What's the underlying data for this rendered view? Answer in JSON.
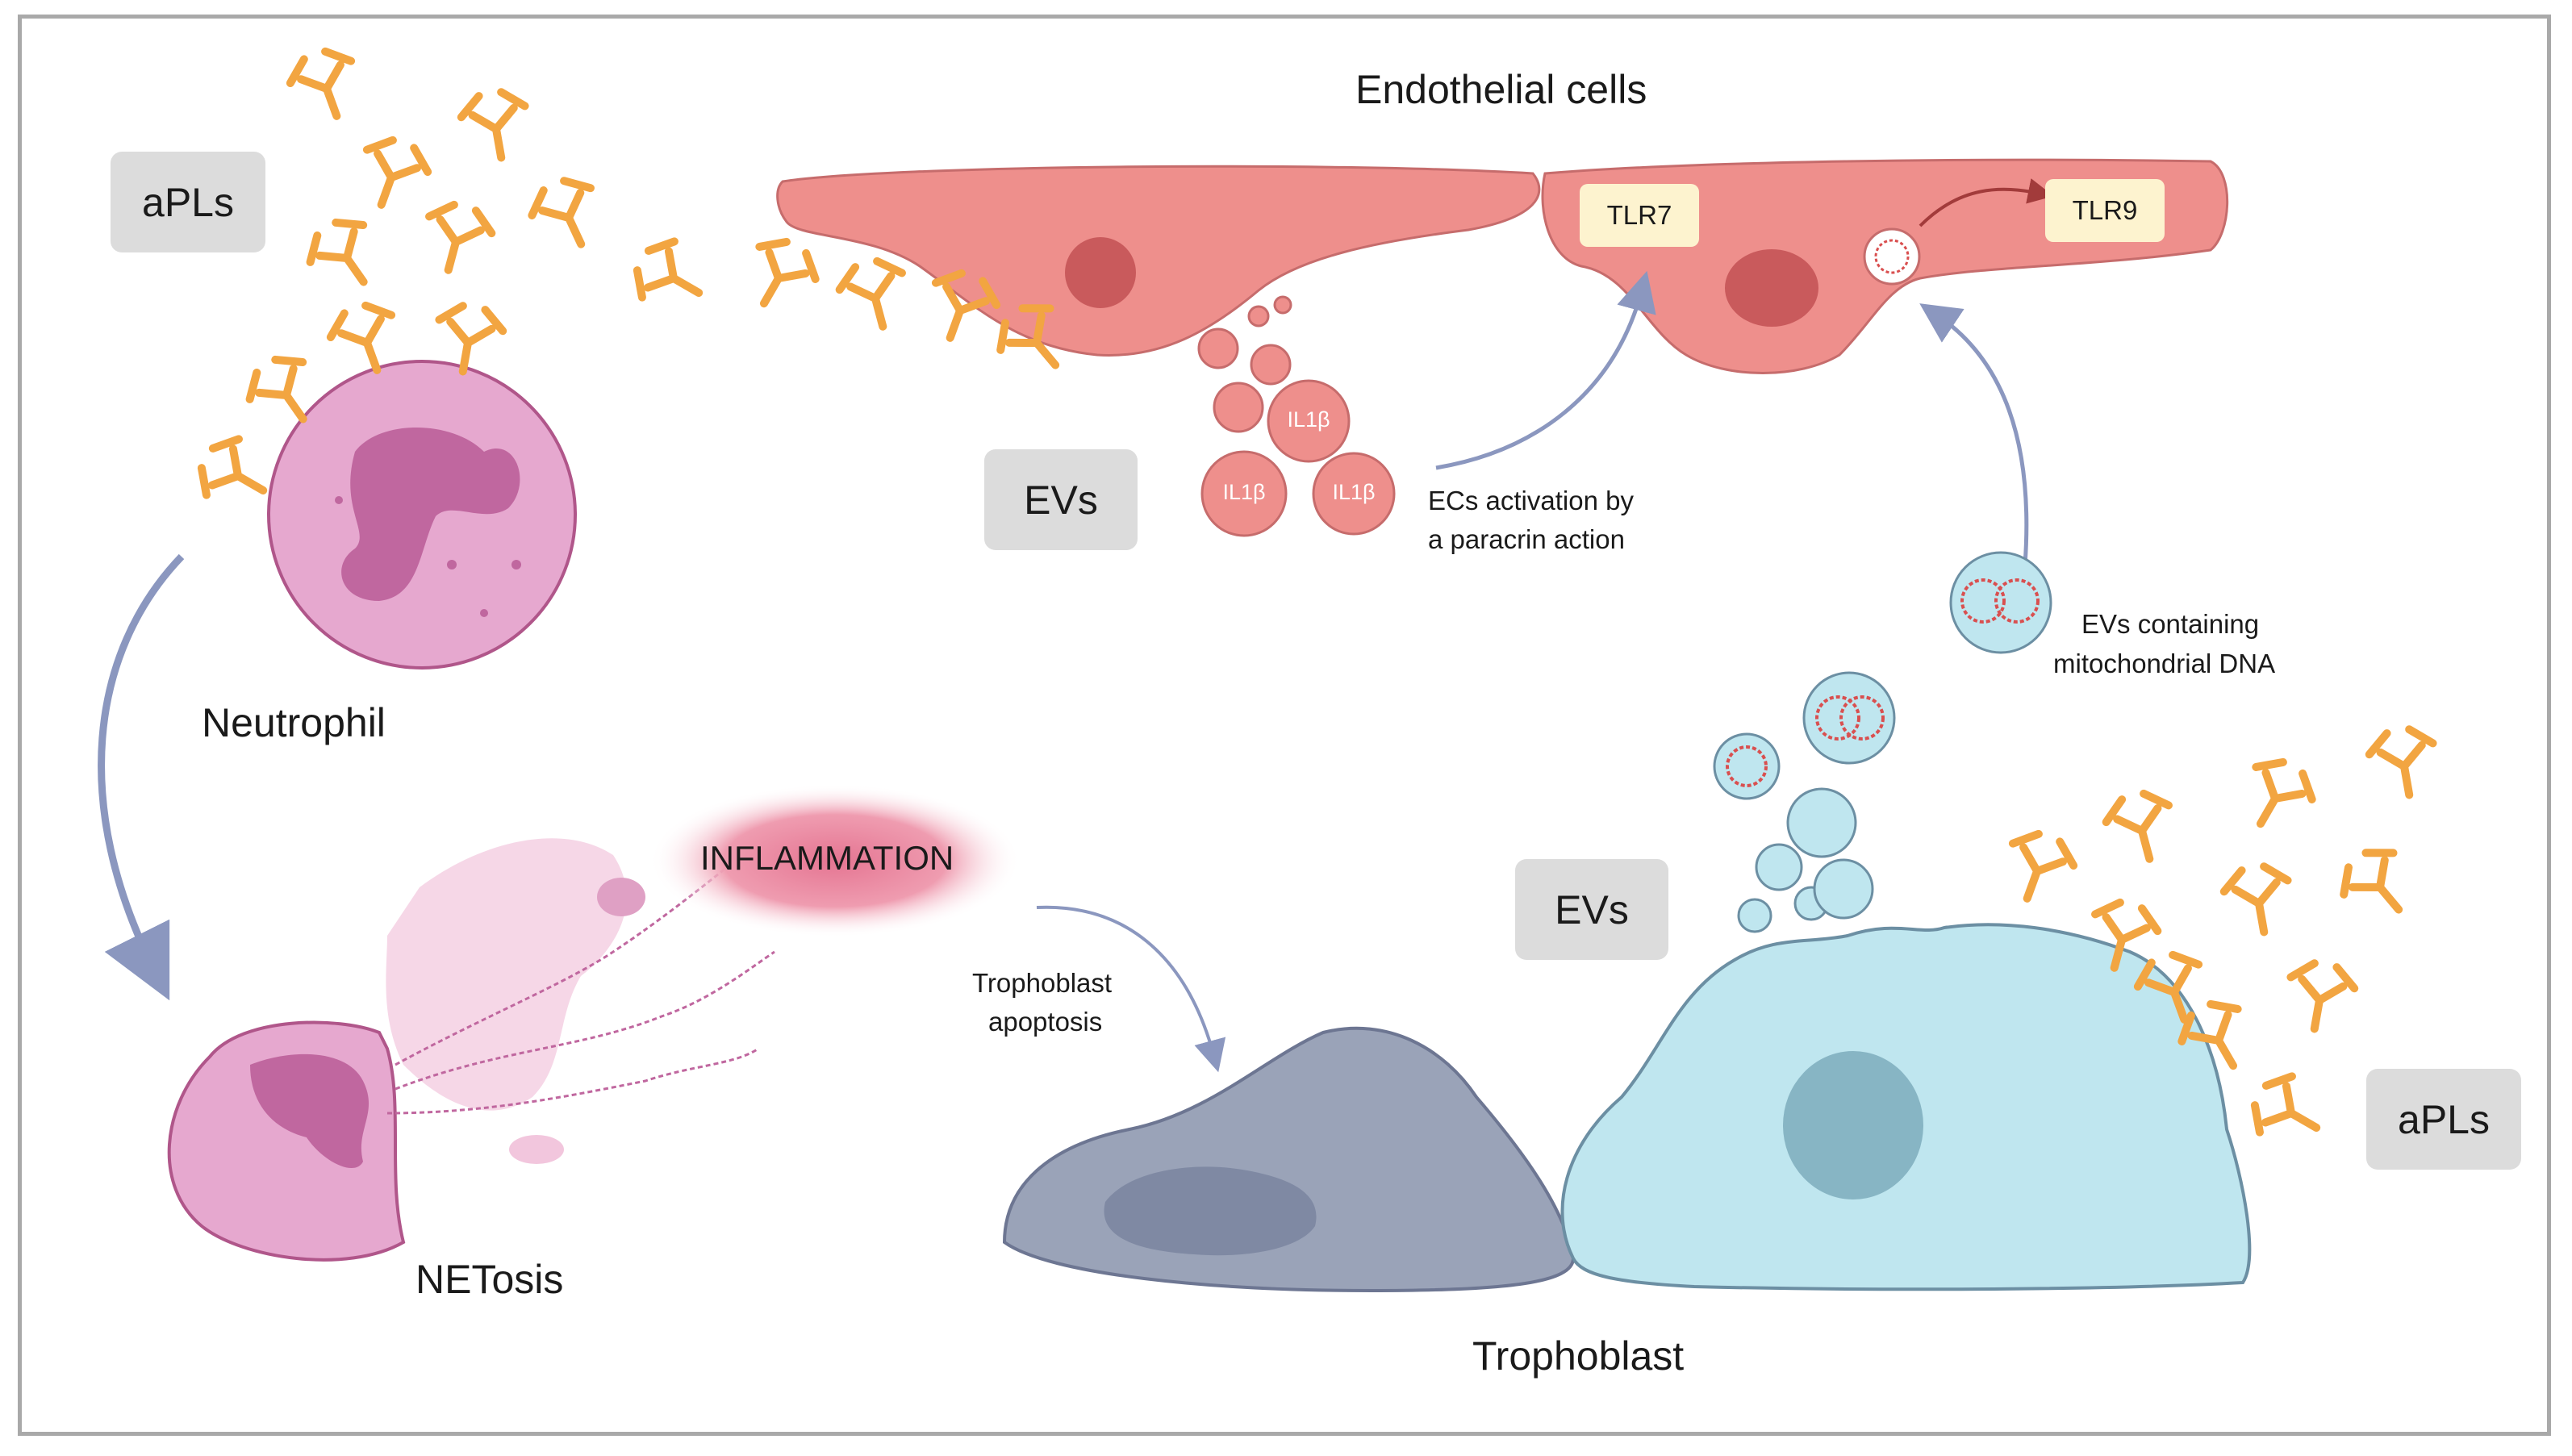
{
  "labels": {
    "endothelial": "Endothelial cells",
    "neutrophil": "Neutrophil",
    "netosis": "NETosis",
    "trophoblast": "Trophoblast",
    "inflammation": "INFLAMMATION",
    "ecs_activation_line1": "ECs activation by",
    "ecs_activation_line2": "a paracrin action",
    "evs_mito_line1": "EVs containing",
    "evs_mito_line2": "mitochondrial DNA",
    "tropho_apoptosis_line1": "Trophoblast",
    "tropho_apoptosis_line2": "apoptosis"
  },
  "boxes": {
    "apls_left": "aPLs",
    "apls_right": "aPLs",
    "evs_top": "EVs",
    "evs_bottom": "EVs",
    "tlr7": "TLR7",
    "tlr9": "TLR9"
  },
  "il1b": "IL1β",
  "colors": {
    "antibody": "#f2a541",
    "endothelial": "#ee8f8c",
    "endothelial_nucleus": "#c95a5c",
    "neutrophil": "#e6a8cf",
    "neutrophil_nucleus": "#c0679f",
    "trophoblast_live": "#bfe6ef",
    "trophoblast_dead": "#9aa3b8",
    "arrow": "#8b97bf",
    "box": "#dcdcdc",
    "tlr_box": "#fdf3cf"
  }
}
